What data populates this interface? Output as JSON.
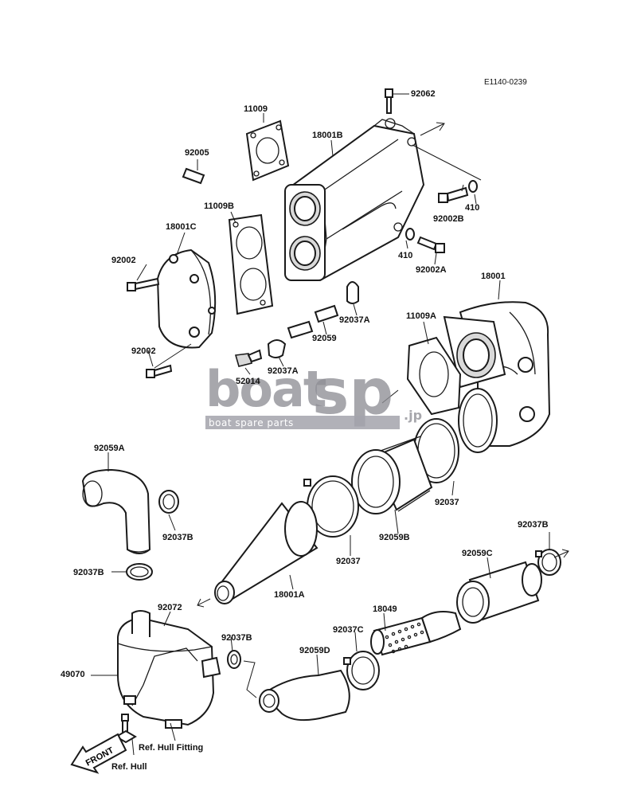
{
  "drawing_code": "E1140-0239",
  "watermark": {
    "word": "boat",
    "logo": "sp",
    "suffix": ".jp",
    "tagline": "boat spare parts"
  },
  "front_arrow": "FRONT",
  "labels": {
    "p92062": "92062",
    "p11009": "11009",
    "p18001B": "18001B",
    "p92005": "92005",
    "p11009B": "11009B",
    "p18001C": "18001C",
    "p92002B": "92002B",
    "p410a": "410",
    "p410b": "410",
    "p92002A": "92002A",
    "p92002a": "92002",
    "p92002b": "92002",
    "p52014": "52014",
    "p92037A_a": "92037A",
    "p92037A_b": "92037A",
    "p92059": "92059",
    "p18001": "18001",
    "p11009A": "11009A",
    "p92059A": "92059A",
    "p92037B_a": "92037B",
    "p92037B_b": "92037B",
    "p92037B_c": "92037B",
    "p92037B_d": "92037B",
    "p92037_a": "92037",
    "p92037_b": "92037",
    "p92059B": "92059B",
    "p18001A": "18001A",
    "p92059C": "92059C",
    "p92072": "92072",
    "p18049": "18049",
    "p92037C": "92037C",
    "p92059D": "92059D",
    "p49070": "49070",
    "ref_hull_fitting": "Ref. Hull Fitting",
    "ref_hull": "Ref. Hull"
  }
}
